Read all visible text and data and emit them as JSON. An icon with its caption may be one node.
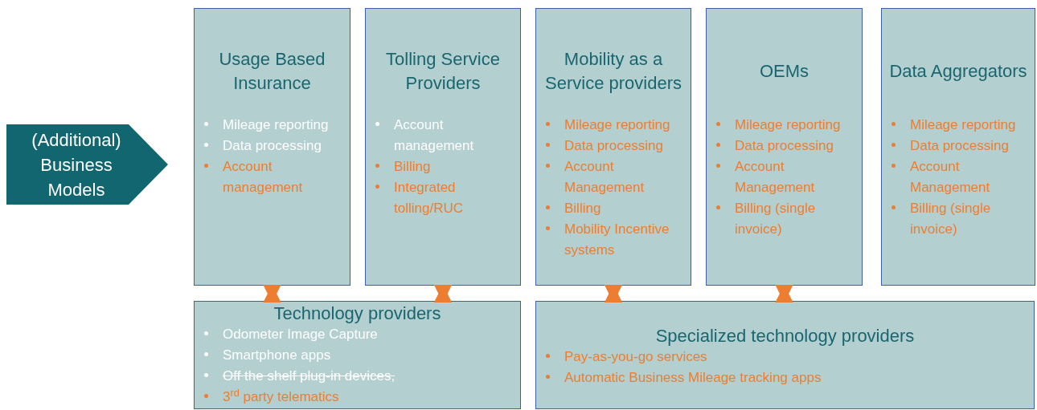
{
  "diagram": {
    "nodes": [
      {
        "text": [
          "(Additional) Business Models"
        ]
      },
      {
        "text": [
          "Usage Based Insurance",
          "Mileage reporting",
          "Data processing",
          "Account management"
        ]
      },
      {
        "text": [
          "Tolling Service Providers",
          "Account management",
          "Billing",
          "Integrated tolling/RUC"
        ]
      },
      {
        "text": [
          "Mobility as a Service providers",
          "Mileage reporting",
          "Data processing",
          "Account Management",
          "Billing",
          "Mobility Incentive systems"
        ]
      },
      {
        "text": [
          "OEMs",
          "Mileage reporting",
          "Data processing",
          "Account Management",
          "Billing (single invoice)"
        ]
      },
      {
        "text": [
          "Data Aggregators",
          "Mileage reporting",
          "Data processing",
          "Account Management",
          "Billing (single invoice)"
        ]
      },
      {
        "text": [
          "Technology providers",
          "Odometer Image Capture",
          "Smartphone apps",
          "Off the shelf plug-in devices,",
          "3$^{rd}$ party telematics"
        ]
      },
      {
        "text": [
          "Specialized technology providers",
          "Pay-as-you-go services",
          "Automatic Business Mileage tracking apps"
        ]
      }
    ],
    "edges": [
      {
        "from": 1,
        "to": 6,
        "arrow": "both",
        "color": "#ed7d31"
      },
      {
        "from": 2,
        "to": 6,
        "arrow": "both",
        "color": "#ed7d31"
      },
      {
        "from": 3,
        "to": 7,
        "arrow": "both",
        "color": "#ed7d31"
      },
      {
        "from": 4,
        "to": 7,
        "arrow": "both",
        "color": "#ed7d31"
      }
    ]
  }
}
